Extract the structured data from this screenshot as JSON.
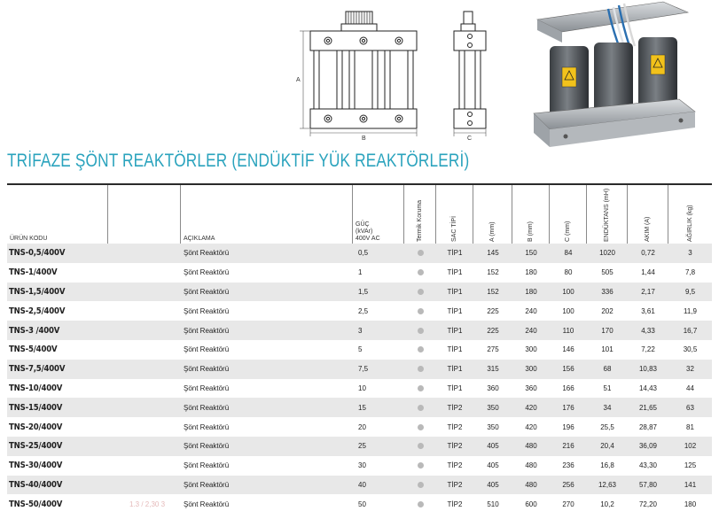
{
  "diagram": {
    "label_a": "A",
    "label_b": "B",
    "label_c": "C"
  },
  "title": "TRİFAZE ŞÖNT REAKTÖRLER (ENDÜKTİF YÜK REAKTÖRLERİ)",
  "table": {
    "headers": {
      "code": "ÜRÜN KODU",
      "desc": "AÇIKLAMA",
      "power_1": "GÜÇ",
      "power_2": "(kVAr)",
      "power_3": "400V AC",
      "thermal": "Termik Koruma",
      "sheet": "SAC TİPİ",
      "a": "A (mm)",
      "b": "B (mm)",
      "c": "C (mm)",
      "inductance": "ENDÜKTANS (mH)",
      "current": "AKIM (A)",
      "weight": "AĞIRLIK (kg)"
    },
    "rows": [
      {
        "code": "TNS-0,5/400V",
        "desc": "Şönt Reaktörü",
        "power": "0,5",
        "sheet": "TİP1",
        "a": "145",
        "b": "150",
        "c": "84",
        "l": "1020",
        "i": "0,72",
        "w": "3"
      },
      {
        "code": "TNS-1/400V",
        "desc": "Şönt Reaktörü",
        "power": "1",
        "sheet": "TİP1",
        "a": "152",
        "b": "180",
        "c": "80",
        "l": "505",
        "i": "1,44",
        "w": "7,8"
      },
      {
        "code": "TNS-1,5/400V",
        "desc": "Şönt Reaktörü",
        "power": "1,5",
        "sheet": "TİP1",
        "a": "152",
        "b": "180",
        "c": "100",
        "l": "336",
        "i": "2,17",
        "w": "9,5"
      },
      {
        "code": "TNS-2,5/400V",
        "desc": "Şönt Reaktörü",
        "power": "2,5",
        "sheet": "TİP1",
        "a": "225",
        "b": "240",
        "c": "100",
        "l": "202",
        "i": "3,61",
        "w": "11,9"
      },
      {
        "code": "TNS-3 /400V",
        "desc": "Şönt Reaktörü",
        "power": "3",
        "sheet": "TİP1",
        "a": "225",
        "b": "240",
        "c": "110",
        "l": "170",
        "i": "4,33",
        "w": "16,7"
      },
      {
        "code": "TNS-5/400V",
        "desc": "Şönt Reaktörü",
        "power": "5",
        "sheet": "TİP1",
        "a": "275",
        "b": "300",
        "c": "146",
        "l": "101",
        "i": "7,22",
        "w": "30,5"
      },
      {
        "code": "TNS-7,5/400V",
        "desc": "Şönt Reaktörü",
        "power": "7,5",
        "sheet": "TİP1",
        "a": "315",
        "b": "300",
        "c": "156",
        "l": "68",
        "i": "10,83",
        "w": "32"
      },
      {
        "code": "TNS-10/400V",
        "desc": "Şönt Reaktörü",
        "power": "10",
        "sheet": "TİP1",
        "a": "360",
        "b": "360",
        "c": "166",
        "l": "51",
        "i": "14,43",
        "w": "44"
      },
      {
        "code": "TNS-15/400V",
        "desc": "Şönt Reaktörü",
        "power": "15",
        "sheet": "TİP2",
        "a": "350",
        "b": "420",
        "c": "176",
        "l": "34",
        "i": "21,65",
        "w": "63"
      },
      {
        "code": "TNS-20/400V",
        "desc": "Şönt Reaktörü",
        "power": "20",
        "sheet": "TİP2",
        "a": "350",
        "b": "420",
        "c": "196",
        "l": "25,5",
        "i": "28,87",
        "w": "81"
      },
      {
        "code": "TNS-25/400V",
        "desc": "Şönt Reaktörü",
        "power": "25",
        "sheet": "TİP2",
        "a": "405",
        "b": "480",
        "c": "216",
        "l": "20,4",
        "i": "36,09",
        "w": "102"
      },
      {
        "code": "TNS-30/400V",
        "desc": "Şönt Reaktörü",
        "power": "30",
        "sheet": "TİP2",
        "a": "405",
        "b": "480",
        "c": "236",
        "l": "16,8",
        "i": "43,30",
        "w": "125"
      },
      {
        "code": "TNS-40/400V",
        "desc": "Şönt Reaktörü",
        "power": "40",
        "sheet": "TİP2",
        "a": "405",
        "b": "480",
        "c": "256",
        "l": "12,63",
        "i": "57,80",
        "w": "141"
      },
      {
        "code": "TNS-50/400V",
        "desc": "Şönt Reaktörü",
        "power": "50",
        "sheet": "TİP2",
        "a": "510",
        "b": "600",
        "c": "270",
        "l": "10,2",
        "i": "72,20",
        "w": "180"
      }
    ]
  },
  "ghost_text": "1.3 / 2,30 3"
}
